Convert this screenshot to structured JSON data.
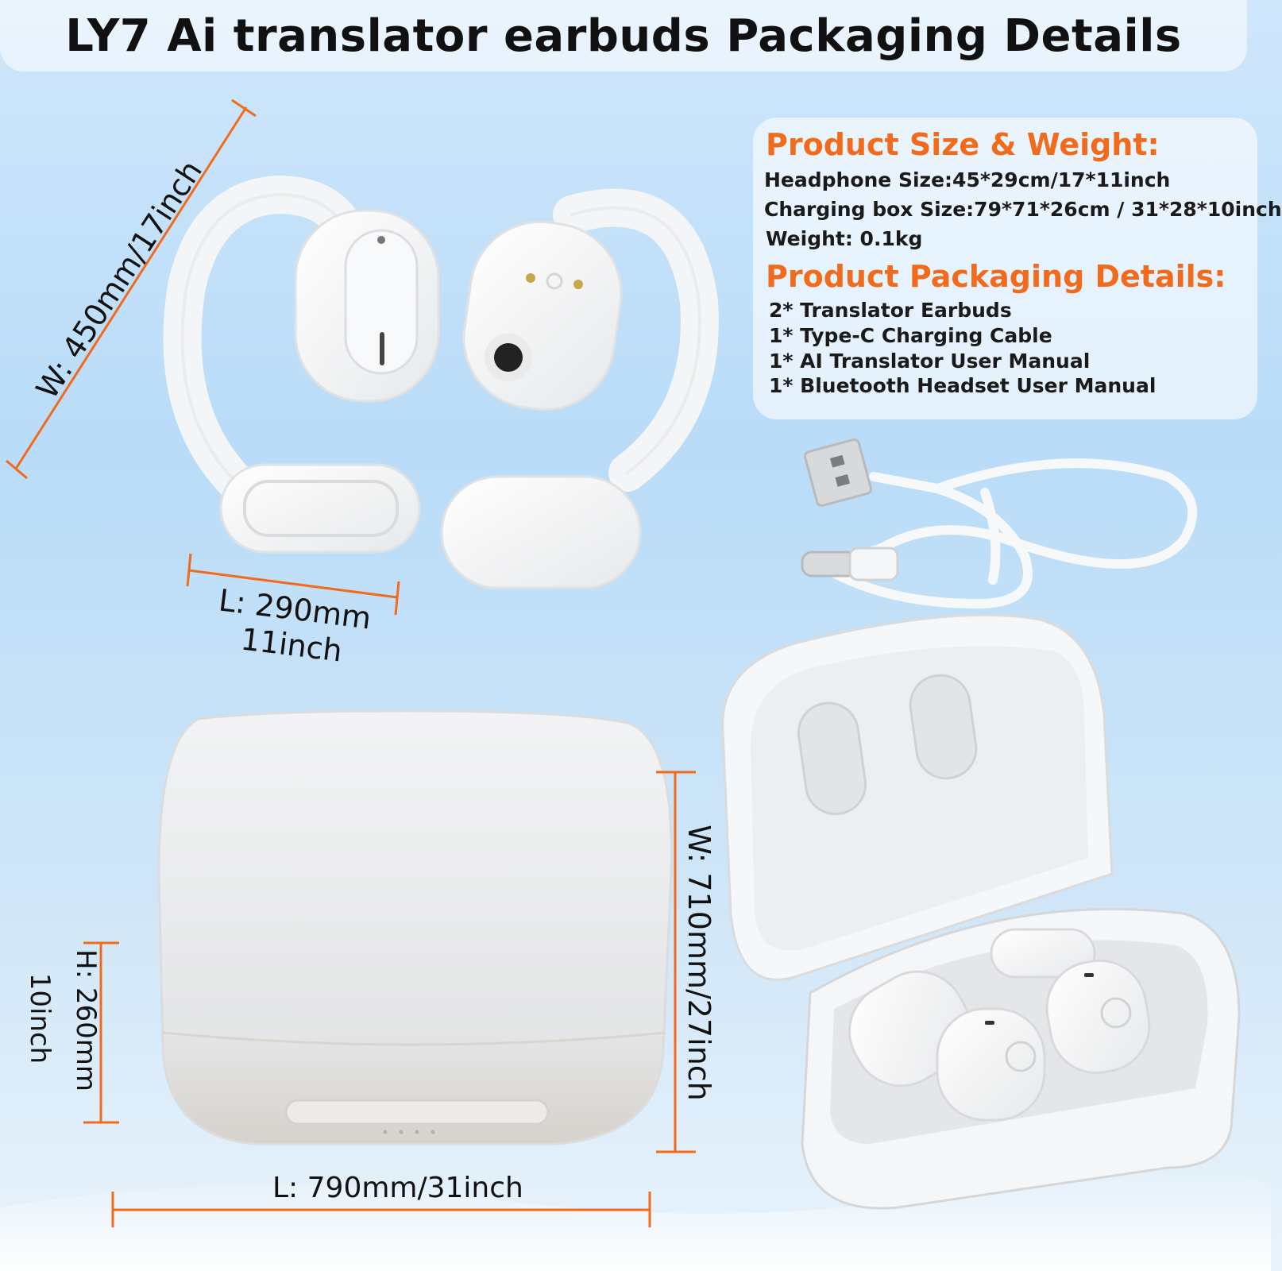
{
  "header": {
    "title": "LY7 Ai translator earbuds Packaging Details"
  },
  "specs": {
    "size_heading": "Product Size & Weight:",
    "size_lines": [
      "Headphone Size:45*29cm/17*11inch",
      "Charging box Size:79*71*26cm / 31*28*10inch",
      "Weight: 0.1kg"
    ],
    "packaging_heading": "Product Packaging Details:",
    "packaging_lines": [
      "2* Translator Earbuds",
      "1* Type-C Charging Cable",
      "1* AI Translator User Manual",
      "1* Bluetooth Headset User Manual"
    ]
  },
  "dimensions": {
    "earbud_width": "W: 450mm/17inch",
    "earbud_length_line1": "L: 290mm",
    "earbud_length_line2": "11inch",
    "case_height_line1": "H: 260mm",
    "case_height_line2": "10inch",
    "case_width": "W: 710mm/27inch",
    "case_length": "L: 790mm/31inch"
  },
  "colors": {
    "accent": "#f26a1b",
    "text": "#111111",
    "background": "#c5e1f9"
  }
}
